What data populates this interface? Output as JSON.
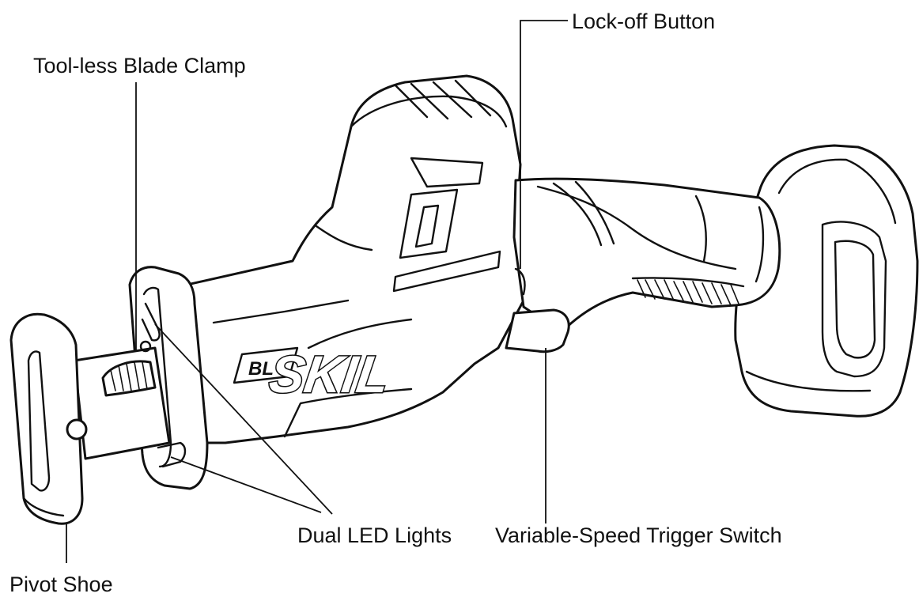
{
  "diagram": {
    "colors": {
      "line": "#111111",
      "fill": "#ffffff"
    },
    "labels": {
      "lock_off_button": "Lock-off Button",
      "toolless_blade_clamp": "Tool-less Blade Clamp",
      "dual_led_lights": "Dual LED Lights",
      "variable_speed_trigger_switch": "Variable-Speed Trigger Switch",
      "pivot_shoe": "Pivot Shoe"
    },
    "tool_markings": {
      "brand": "SKIL",
      "badge": "BL"
    }
  }
}
